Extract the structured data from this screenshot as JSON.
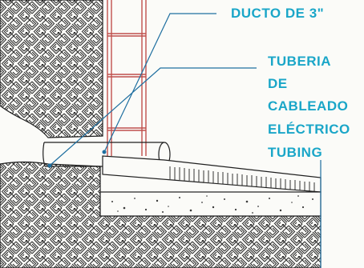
{
  "labels": {
    "ducto": "DUCTO DE 3\"",
    "tuberia_lines": [
      "TUBERIA",
      "DE",
      "CABLEADO",
      "ELÉCTRICO",
      "TUBING"
    ]
  },
  "colors": {
    "line": "#1f1f1f",
    "wall": "#c0504d",
    "leader": "#1f6fa0",
    "text": "#1aa6c8",
    "background": "#fbfbf8"
  }
}
